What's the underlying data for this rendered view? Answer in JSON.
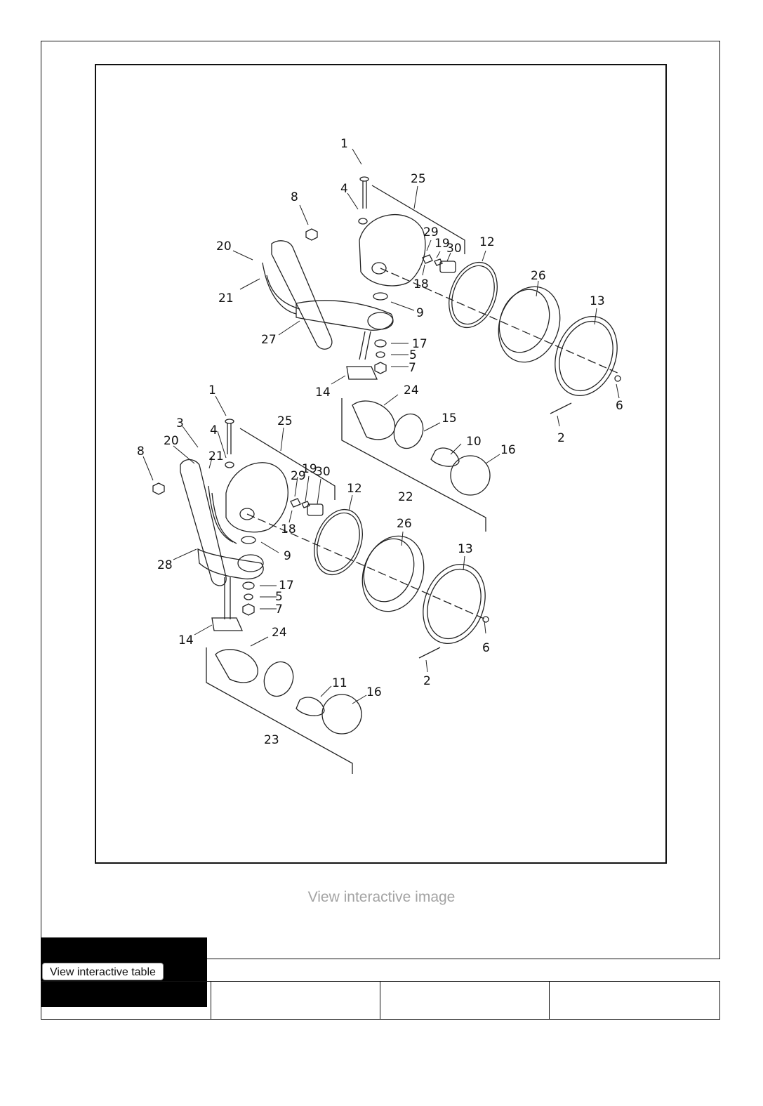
{
  "diagram": {
    "callouts": {
      "top": [
        "1",
        "4",
        "25",
        "8",
        "20",
        "29",
        "19",
        "30",
        "12",
        "21",
        "18",
        "9",
        "26",
        "13",
        "27",
        "17",
        "5",
        "7",
        "14",
        "24",
        "15",
        "10",
        "16",
        "6",
        "2",
        "22"
      ],
      "bottom": [
        "1",
        "3",
        "25",
        "20",
        "21",
        "4",
        "8",
        "29",
        "19",
        "30",
        "12",
        "18",
        "26",
        "28",
        "9",
        "17",
        "5",
        "7",
        "13",
        "14",
        "24",
        "6",
        "2",
        "11",
        "16",
        "23"
      ]
    }
  },
  "footer": {
    "view_image_label": "View interactive image",
    "view_table_label": "View interactive table"
  },
  "table": {
    "header_cells": [
      "",
      "",
      "",
      ""
    ]
  }
}
